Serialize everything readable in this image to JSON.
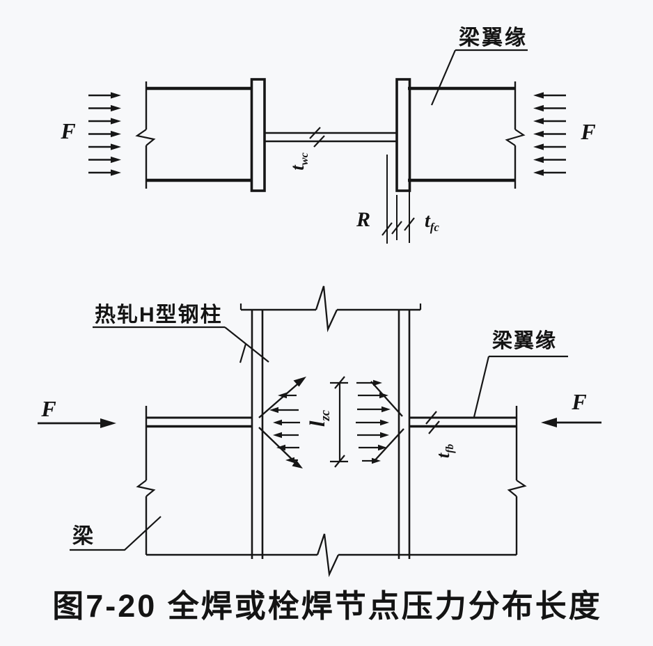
{
  "colors": {
    "ink": "#161616",
    "background": "#f7f8fa"
  },
  "caption": "图7-20 全焊或栓焊节点压力分布长度",
  "top_view": {
    "force_label_left": "F",
    "force_label_right": "F",
    "beam_flange_label": "梁翼缘",
    "web_thickness": {
      "base": "t",
      "sub": "wc"
    },
    "flange_thickness": {
      "base": "t",
      "sub": "fc"
    },
    "fillet_radius": "R"
  },
  "elevation": {
    "force_label_left": "F",
    "force_label_right": "F",
    "column_label": "热轧H型钢柱",
    "beam_flange_label": "梁翼缘",
    "beam_label": "梁",
    "pressure_length": {
      "base": "l",
      "sub": "zc"
    },
    "beam_flange_thickness": {
      "base": "t",
      "sub": "fb"
    }
  }
}
